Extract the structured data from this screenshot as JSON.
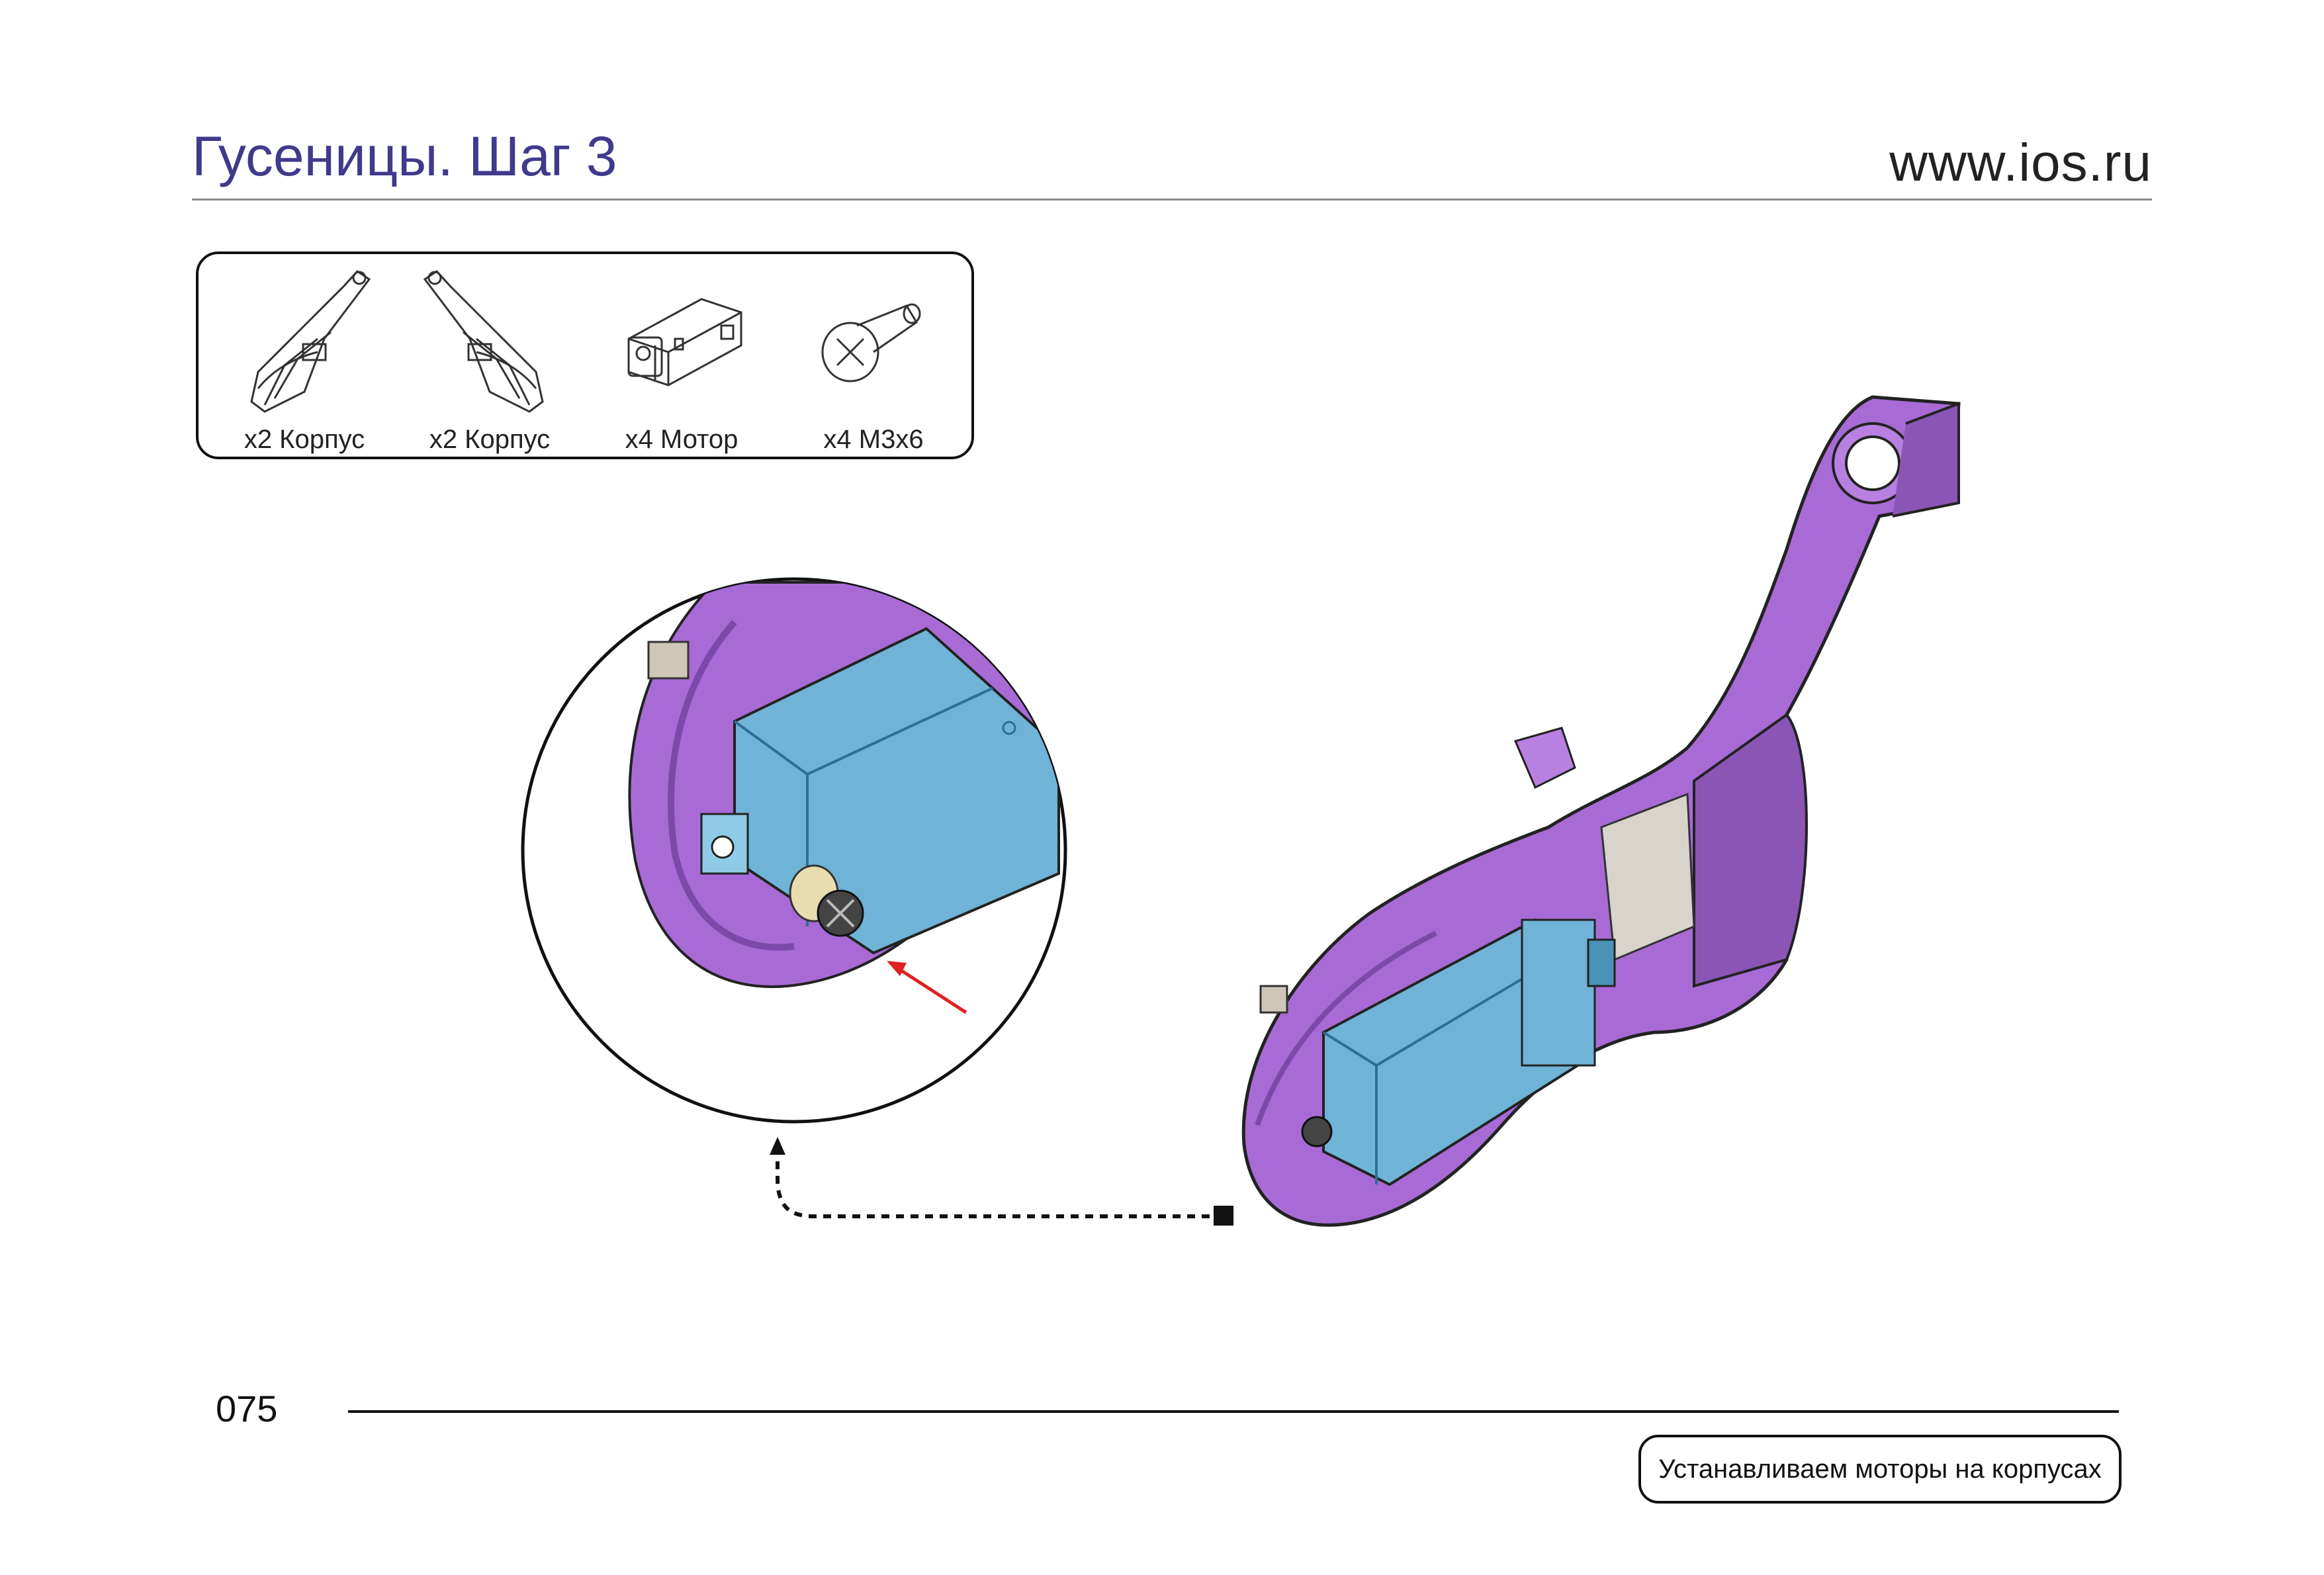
{
  "header": {
    "title": "Гусеницы. Шаг 3",
    "site": "www.ios.ru"
  },
  "parts": [
    {
      "label": "x2 Корпус",
      "icon": "body-left-part-icon"
    },
    {
      "label": "x2 Корпус",
      "icon": "body-right-part-icon"
    },
    {
      "label": "x4 Мотор",
      "icon": "motor-part-icon"
    },
    {
      "label": "x4 M3x6",
      "icon": "screw-part-icon"
    }
  ],
  "footer": {
    "page_number": "075",
    "caption": "Устанавливаем моторы на корпусах"
  },
  "colors": {
    "title": "#3f3a8c",
    "housing": "#a86bd6",
    "motor": "#6fb3d6",
    "arrow": "#e02020"
  }
}
